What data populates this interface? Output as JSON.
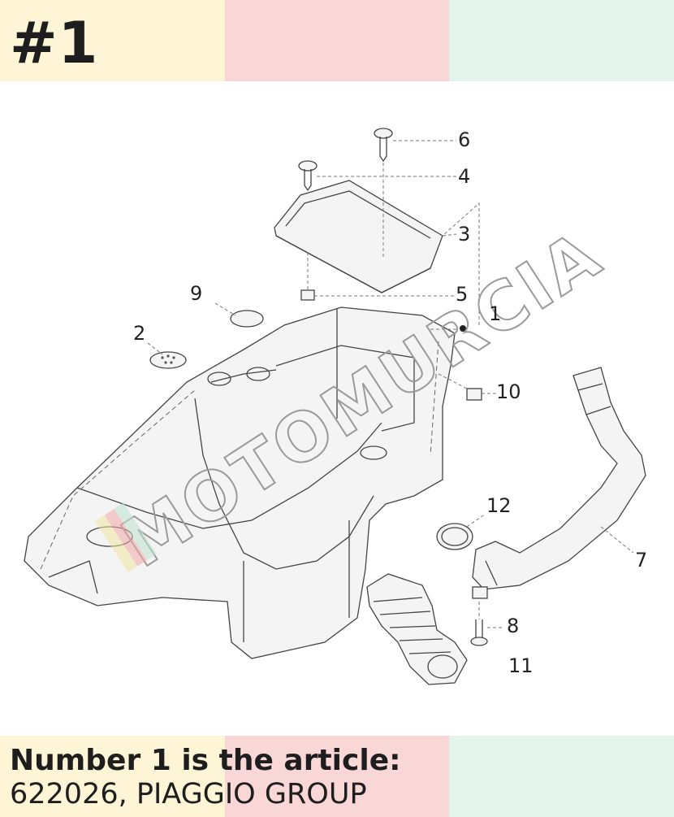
{
  "header": {
    "item_number": "#1",
    "colors": [
      "#fdf5d6",
      "#fad7d7",
      "#e3f4ec"
    ]
  },
  "diagram": {
    "callouts": [
      "1",
      "2",
      "3",
      "4",
      "5",
      "6",
      "7",
      "8",
      "9",
      "10",
      "11",
      "12"
    ],
    "watermark_text": "MOTOMURCIA"
  },
  "footer": {
    "line1": "Number 1 is the article:",
    "line2": "622026, PIAGGIO GROUP"
  }
}
